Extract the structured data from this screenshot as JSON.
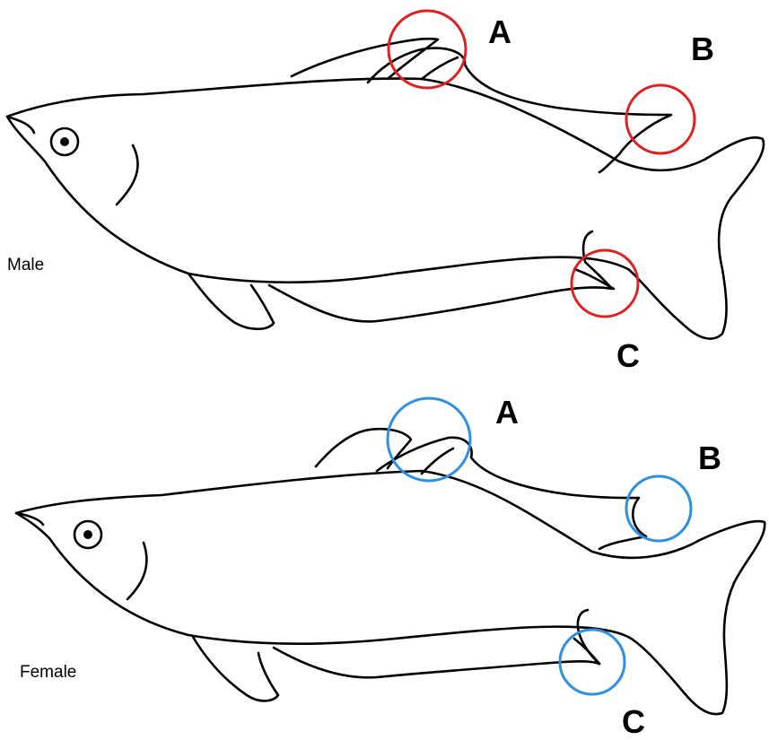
{
  "male": {
    "label": "Male",
    "ring_color": "#e02020",
    "markers": {
      "a": "A",
      "b": "B",
      "c": "C"
    }
  },
  "female": {
    "label": "Female",
    "ring_color": "#2f8fe0",
    "markers": {
      "a": "A",
      "b": "B",
      "c": "C"
    }
  }
}
